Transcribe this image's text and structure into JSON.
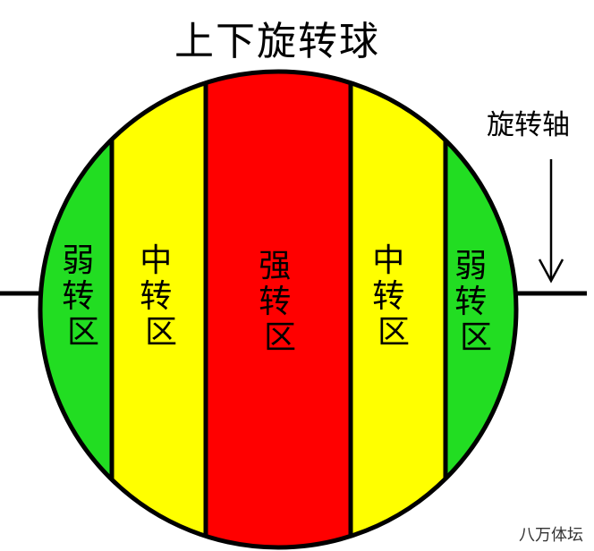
{
  "title": "上下旋转球",
  "axis_label": "旋转轴",
  "watermark": "八万体坛",
  "bands": [
    {
      "label": "弱转区",
      "color": "#22dd22"
    },
    {
      "label": "中转区",
      "color": "#ffff00"
    },
    {
      "label": "强转区",
      "color": "#ff0000"
    },
    {
      "label": "中转区",
      "color": "#ffff00"
    },
    {
      "label": "弱转区",
      "color": "#22dd22"
    }
  ]
}
